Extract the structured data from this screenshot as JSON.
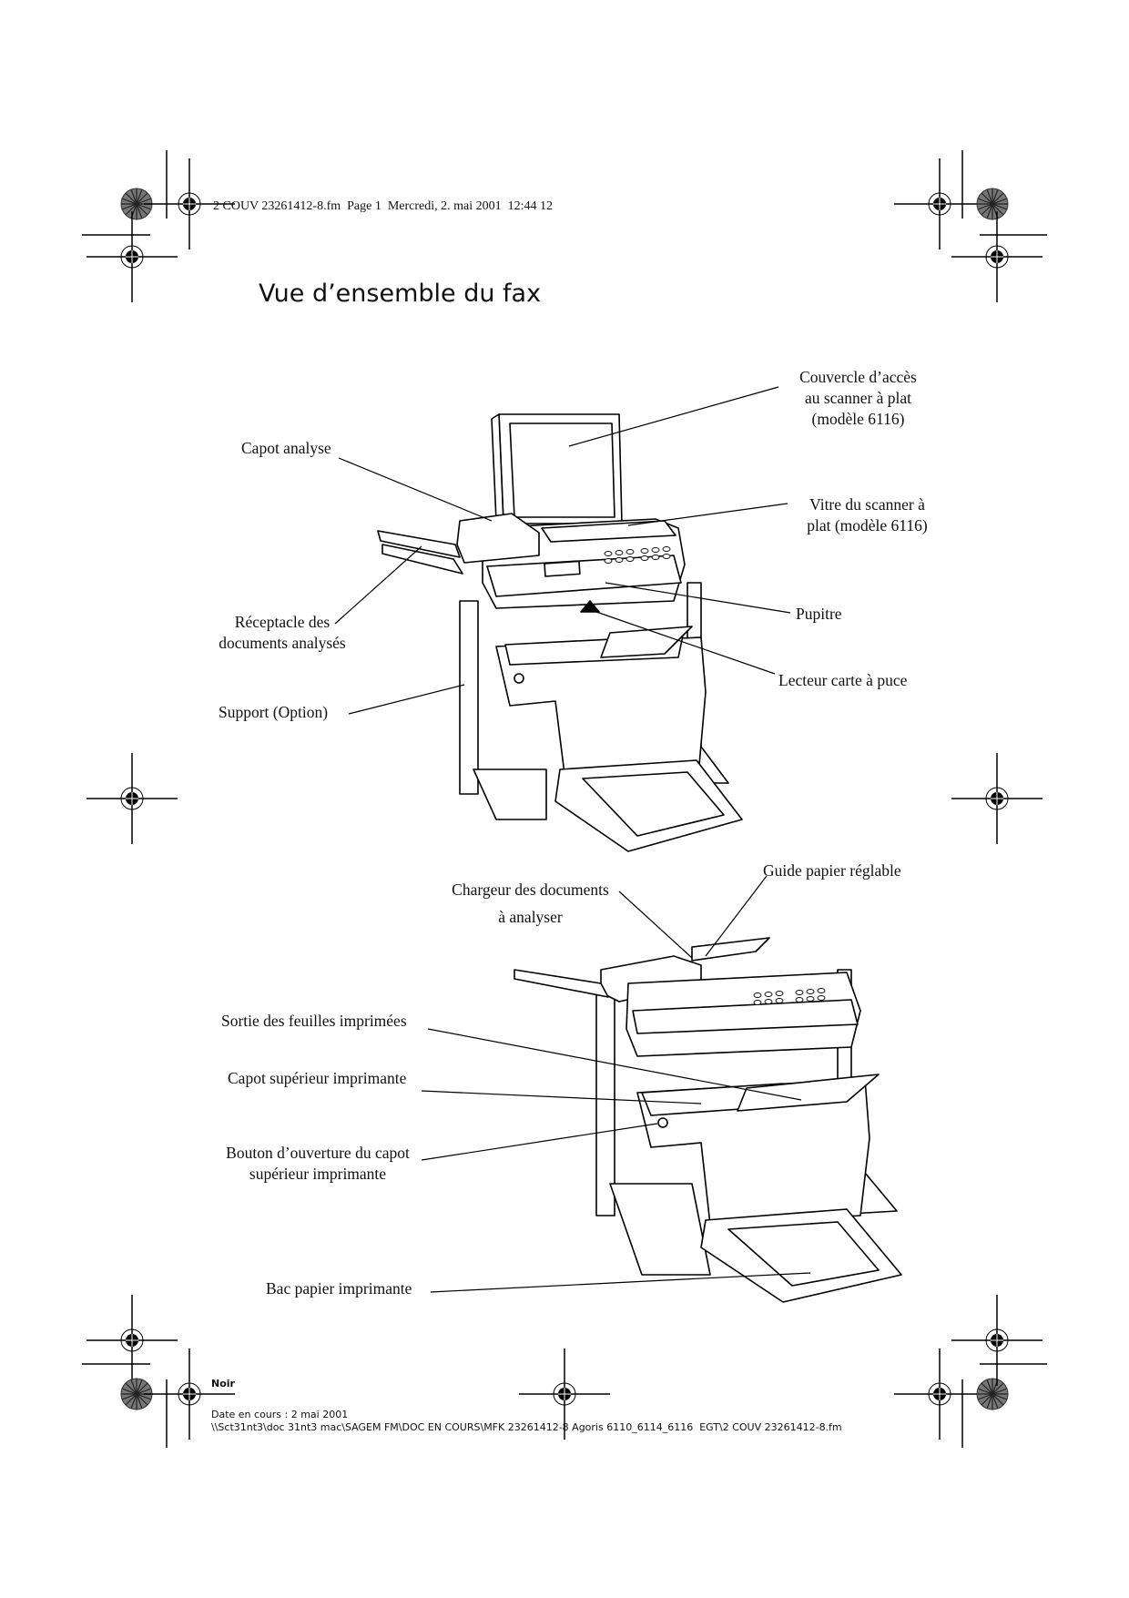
{
  "header": {
    "file_info": "2 COUV 23261412-8.fm  Page 1  Mercredi, 2. mai 2001  12:44 12"
  },
  "page": {
    "title": "Vue d’ensemble du fax"
  },
  "figure_top": {
    "labels": {
      "couvercle": [
        "Couvercle d’accès",
        "au scanner à plat",
        "(modèle 6116)"
      ],
      "capot_analyse": "Capot analyse",
      "vitre": [
        "Vitre du scanner à",
        "plat (modèle 6116)"
      ],
      "receptacle": [
        "Réceptacle des",
        "documents analysés"
      ],
      "pupitre": "Pupitre",
      "lecteur": "Lecteur carte à puce",
      "support": "Support (Option)"
    }
  },
  "figure_bottom": {
    "labels": {
      "guide": "Guide papier réglable",
      "chargeur": [
        "Chargeur des documents",
        "à analyser"
      ],
      "sortie": "Sortie des feuilles imprimées",
      "capot_sup": "Capot supérieur imprimante",
      "bouton": [
        "Bouton d’ouverture du capot",
        "supérieur imprimante"
      ],
      "bac": "Bac papier imprimante"
    }
  },
  "footer": {
    "color_name": "Noir",
    "date_line": "Date en cours : 2 mai 2001",
    "path_line": "\\\\Sct31nt3\\doc 31nt3 mac\\SAGEM FM\\DOC EN COURS\\MFK 23261412-8 Agoris 6110_6114_6116  EGT\\2 COUV 23261412-8.fm"
  },
  "marks": {
    "registration": "registration-target-icon",
    "color_wheel": "color-wheel-icon"
  }
}
